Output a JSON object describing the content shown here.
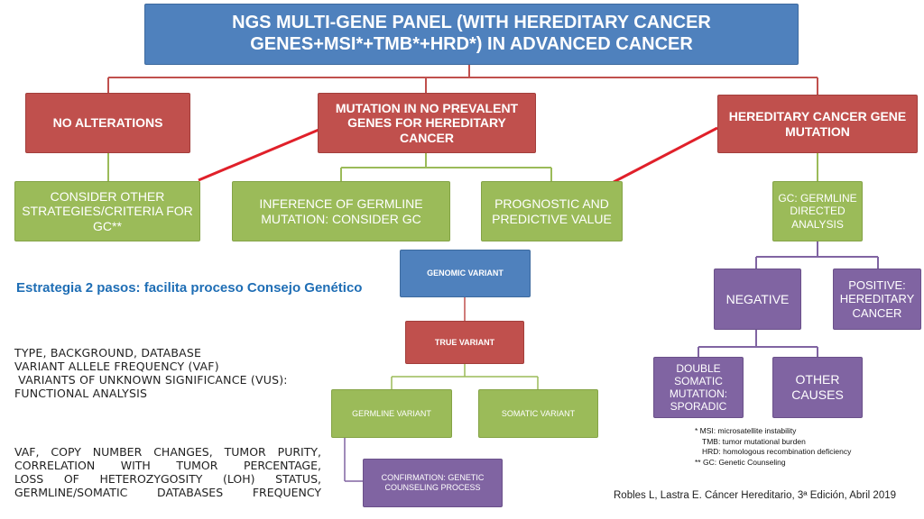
{
  "title": [
    "NGS MULTI-GENE PANEL (WITH HEREDITARY CANCER",
    "GENES+MSI*+TMB*+HRD*) IN ADVANCED CANCER"
  ],
  "level1": {
    "no_alterations": "NO ALTERATIONS",
    "no_prevalent": [
      "MUTATION IN NO PREVALENT",
      "GENES FOR HEREDITARY",
      "CANCER"
    ],
    "hereditary": [
      "HEREDITARY CANCER GENE",
      "MUTATION"
    ]
  },
  "level2": {
    "consider_other": [
      "CONSIDER OTHER",
      "STRATEGIES/CRITERIA FOR",
      "GC**"
    ],
    "inference": [
      "INFERENCE OF GERMLINE",
      "MUTATION: CONSIDER GC"
    ],
    "prognostic": [
      "PROGNOSTIC AND",
      "PREDICTIVE VALUE"
    ],
    "gc_germline": [
      "GC: GERMLINE",
      "DIRECTED",
      "ANALYSIS"
    ]
  },
  "right": {
    "negative": "NEGATIVE",
    "positive": [
      "POSITIVE:",
      "HEREDITARY",
      "CANCER"
    ],
    "double": [
      "DOUBLE",
      "SOMATIC",
      "MUTATION:",
      "SPORADIC"
    ],
    "other": [
      "OTHER",
      "CAUSES"
    ]
  },
  "strategy": "Estrategia 2 pasos: facilita proceso Consejo Genético",
  "flow": {
    "genomic": "GENOMIC VARIANT",
    "true_variant": "TRUE VARIANT",
    "germline": "GERMLINE VARIANT",
    "somatic": "SOMATIC VARIANT",
    "confirmation": [
      "CONFIRMATION: GENETIC",
      "COUNSELING PROCESS"
    ]
  },
  "notes1": [
    "TYPE, BACKGROUND, DATABASE",
    "VARIANT ALLELE FREQUENCY (VAF)",
    " VARIANTS OF UNKNOWN SIGNIFICANCE (VUS):",
    "FUNCTIONAL ANALYSIS"
  ],
  "notes2": [
    "VAF, COPY NUMBER CHANGES, TUMOR PURITY,",
    "CORRELATION WITH TUMOR PERCENTAGE,",
    "LOSS OF HETEROZYGOSITY (LOH) STATUS,",
    "GERMLINE/SOMATIC DATABASES FREQUENCY"
  ],
  "footnotes": [
    "* MSI: microsatellite instability",
    "TMB: tumor mutational burden",
    "HRD: homologous recombination deficiency",
    "** GC: Genetic Counseling"
  ],
  "citation": "Robles L, Lastra E. Cáncer Hereditario, 3ª Edición, Abril 2019",
  "colors": {
    "blue": "#4f81bd",
    "red": "#c0504d",
    "green": "#9bbb59",
    "purple": "#8064a2"
  }
}
